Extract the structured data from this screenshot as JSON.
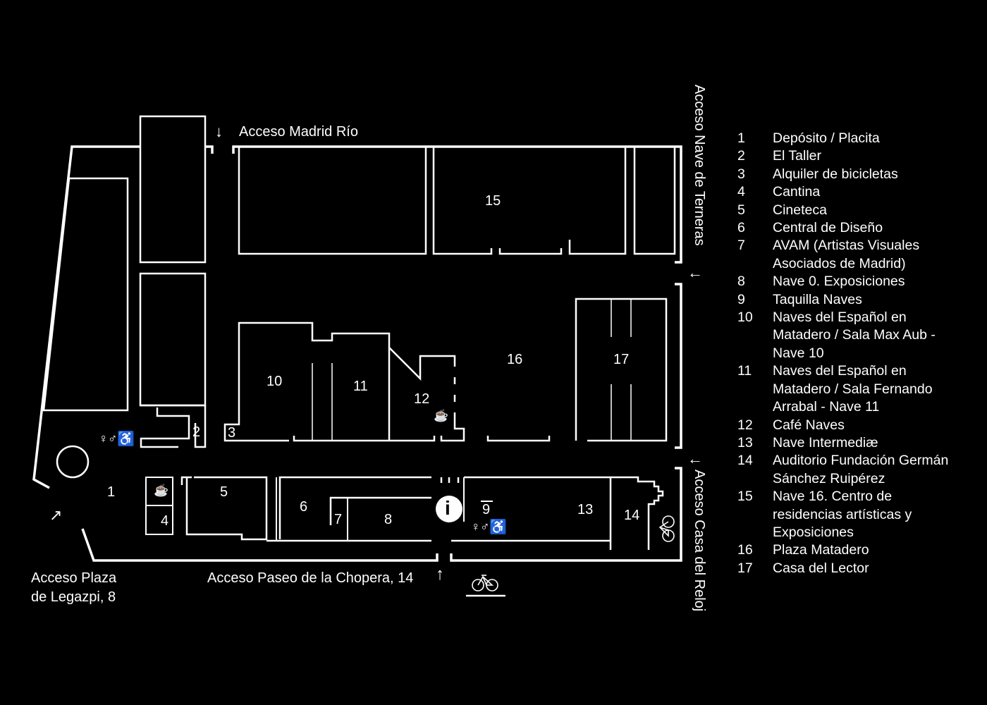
{
  "access": {
    "madrid_rio": "Acceso Madrid Río",
    "nave_terneras": "Acceso Nave de Terneras",
    "casa_reloj": "Acceso Casa del Reloj",
    "chopera": "Acceso Paseo de la Chopera, 14",
    "legazpi_1": "Acceso Plaza",
    "legazpi_2": "de Legazpi, 8"
  },
  "map_numbers": [
    "1",
    "2",
    "3",
    "4",
    "5",
    "6",
    "7",
    "8",
    "9",
    "10",
    "11",
    "12",
    "13",
    "14",
    "15",
    "16",
    "17"
  ],
  "legend": [
    {
      "n": "1",
      "t": "Depósito / Placita"
    },
    {
      "n": "2",
      "t": "El Taller"
    },
    {
      "n": "3",
      "t": "Alquiler de bicicletas"
    },
    {
      "n": "4",
      "t": "Cantina"
    },
    {
      "n": "5",
      "t": "Cineteca"
    },
    {
      "n": "6",
      "t": "Central de Diseño"
    },
    {
      "n": "7",
      "t": "AVAM (Artistas Visuales Asociados de Madrid)"
    },
    {
      "n": "8",
      "t": "Nave 0. Exposiciones"
    },
    {
      "n": "9",
      "t": "Taquilla Naves"
    },
    {
      "n": "10",
      "t": "Naves del Español en Matadero / Sala Max Aub - Nave 10"
    },
    {
      "n": "11",
      "t": "Naves del Español en Matadero / Sala Fernando Arrabal - Nave 11"
    },
    {
      "n": "12",
      "t": "Café Naves"
    },
    {
      "n": "13",
      "t": "Nave Intermediæ"
    },
    {
      "n": "14",
      "t": "Auditorio Fundación Germán Sánchez Ruipérez"
    },
    {
      "n": "15",
      "t": "Nave 16. Centro de residencias artísticas y Exposiciones"
    },
    {
      "n": "16",
      "t": "Plaza Matadero"
    },
    {
      "n": "17",
      "t": "Casa del Lector"
    }
  ],
  "icons": {
    "info": "i",
    "coffee": "☕",
    "wheelchair": "♿",
    "arrow_down": "↓",
    "arrow_up": "↑",
    "arrow_left": "←",
    "arrow_ne": "↗",
    "restroom_w": "♀",
    "restroom_m": "♂"
  }
}
